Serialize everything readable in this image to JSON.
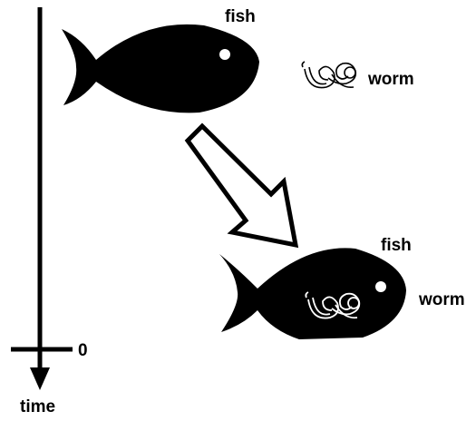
{
  "labels": {
    "fish_top": "fish",
    "worm_top": "worm",
    "fish_bottom": "fish",
    "worm_bottom": "worm",
    "axis_zero": "0",
    "axis_time": "time"
  },
  "icons": {
    "fish": "fish-icon",
    "worm": "worm-icon",
    "arrow": "down-right-arrow-icon",
    "timeline": "timeline-arrow-icon"
  },
  "colors": {
    "ink": "#000000",
    "background": "#ffffff"
  }
}
